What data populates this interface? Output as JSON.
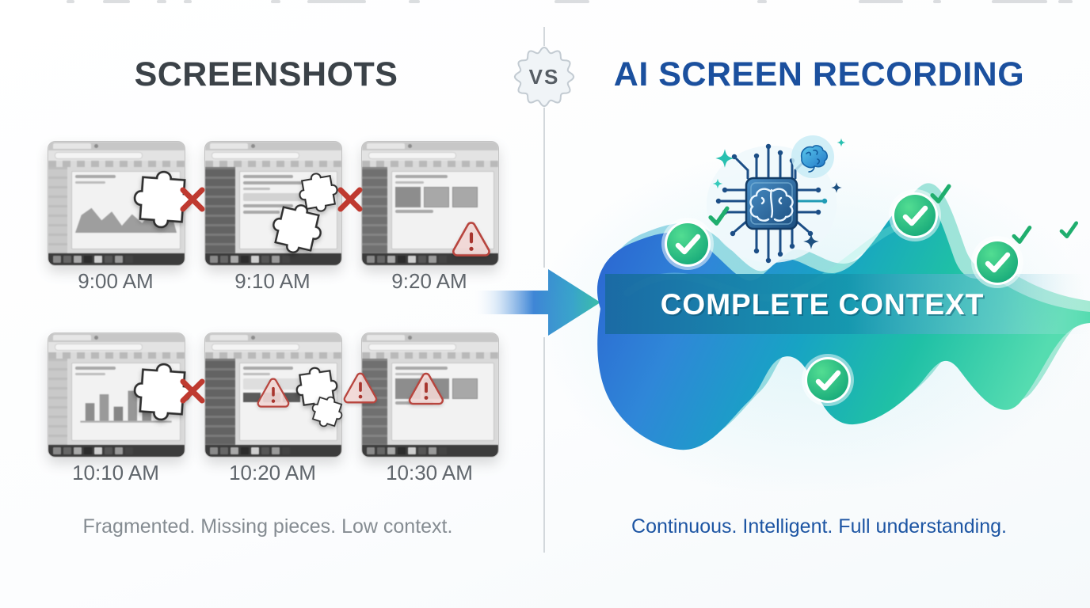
{
  "left_panel": {
    "title": "SCREENSHOTS",
    "caption": "Fragmented. Missing pieces. Low context.",
    "screenshots": [
      {
        "time": "9:00 AM"
      },
      {
        "time": "9:10 AM"
      },
      {
        "time": "9:20 AM"
      },
      {
        "time": "10:10 AM"
      },
      {
        "time": "10:20 AM"
      },
      {
        "time": "10:30 AM"
      }
    ]
  },
  "divider": {
    "vs_label": "VS"
  },
  "right_panel": {
    "title": "AI SCREEN RECORDING",
    "wave_label": "COMPLETE CONTEXT",
    "caption": "Continuous. Intelligent. Full understanding."
  },
  "colors": {
    "left_title": "#3b4248",
    "right_title": "#1b509e",
    "left_caption": "#858c92",
    "right_caption": "#1d55a3",
    "error_red": "#bf3a30",
    "warning_fill": "#f5d9d7",
    "warning_border": "#b8453e",
    "success_green": "#18ab76",
    "wave_blue": "#2f86d8",
    "wave_teal": "#1fc0a6"
  }
}
